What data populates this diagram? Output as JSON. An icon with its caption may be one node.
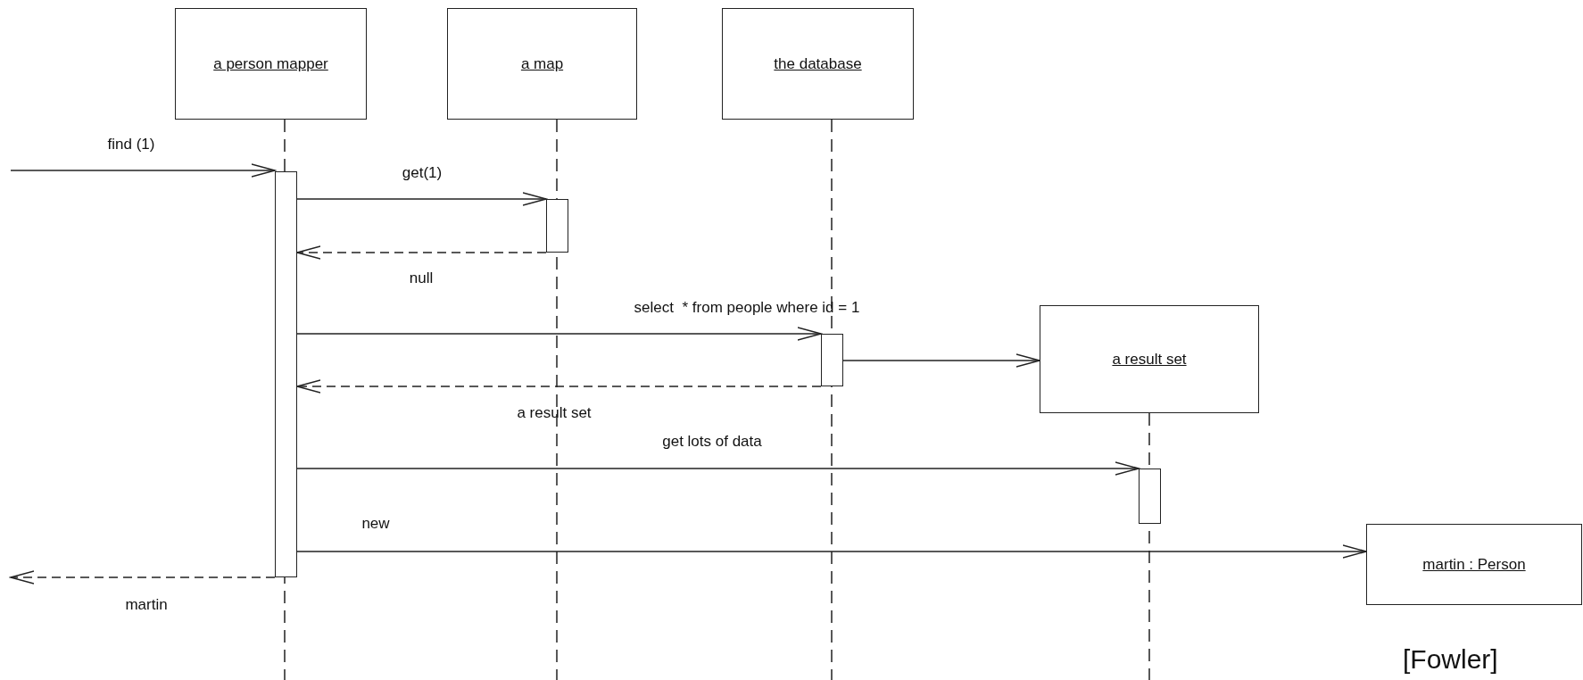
{
  "diagram": {
    "nodes": [
      {
        "text": [
          "a person mapper"
        ]
      },
      {
        "text": [
          "a map"
        ]
      },
      {
        "text": [
          "the database"
        ]
      },
      {
        "text": [
          "a result set"
        ]
      },
      {
        "text": [
          "martin : Person"
        ]
      },
      {
        "text": [],
        "shape": "bar"
      },
      {
        "text": [],
        "shape": "bar"
      },
      {
        "text": [],
        "shape": "bar"
      },
      {
        "text": [],
        "shape": "bar"
      }
    ],
    "edges": [
      {
        "from": null,
        "to": 5,
        "arrow": "to",
        "label": "find (1)"
      },
      {
        "from": 5,
        "to": 6,
        "arrow": "to",
        "label": "get(1)"
      },
      {
        "from": 6,
        "to": 5,
        "arrow": "to",
        "label": "null",
        "style": "dashed"
      },
      {
        "from": 5,
        "to": 7,
        "arrow": "to",
        "label": "select  * from people where id = 1"
      },
      {
        "from": 7,
        "to": 3,
        "arrow": "to"
      },
      {
        "from": 7,
        "to": 5,
        "arrow": "to",
        "label": "a result set",
        "style": "dashed"
      },
      {
        "from": 5,
        "to": 8,
        "arrow": "to",
        "label": "get lots of data"
      },
      {
        "from": 5,
        "to": 4,
        "arrow": "to",
        "label": "new"
      },
      {
        "from": 5,
        "to": null,
        "arrow": "to",
        "label": "martin",
        "style": "dashed"
      }
    ],
    "labels": [
      "[Fowler]"
    ]
  }
}
